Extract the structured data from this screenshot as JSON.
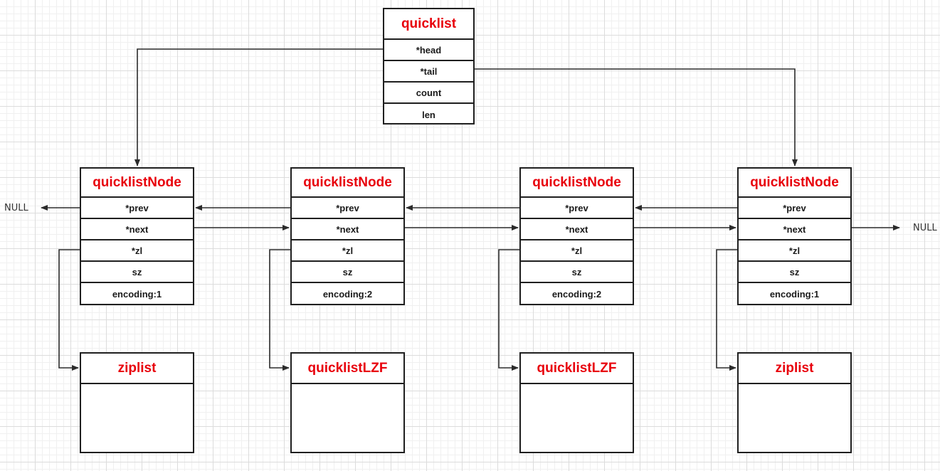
{
  "quicklist": {
    "title": "quicklist",
    "fields": [
      "*head",
      "*tail",
      "count",
      "len"
    ]
  },
  "nodes": [
    {
      "title": "quicklistNode",
      "fields": [
        "*prev",
        "*next",
        "*zl",
        "sz",
        "encoding:1"
      ]
    },
    {
      "title": "quicklistNode",
      "fields": [
        "*prev",
        "*next",
        "*zl",
        "sz",
        "encoding:2"
      ]
    },
    {
      "title": "quicklistNode",
      "fields": [
        "*prev",
        "*next",
        "*zl",
        "sz",
        "encoding:2"
      ]
    },
    {
      "title": "quicklistNode",
      "fields": [
        "*prev",
        "*next",
        "*zl",
        "sz",
        "encoding:1"
      ]
    }
  ],
  "data_boxes": [
    {
      "title": "ziplist"
    },
    {
      "title": "quicklistLZF"
    },
    {
      "title": "quicklistLZF"
    },
    {
      "title": "ziplist"
    }
  ],
  "null_left": "NULL",
  "null_right": "NULL",
  "colors": {
    "title_red": "#e8000b",
    "line": "#2b2b2b",
    "grid": "#dcdcdc"
  }
}
